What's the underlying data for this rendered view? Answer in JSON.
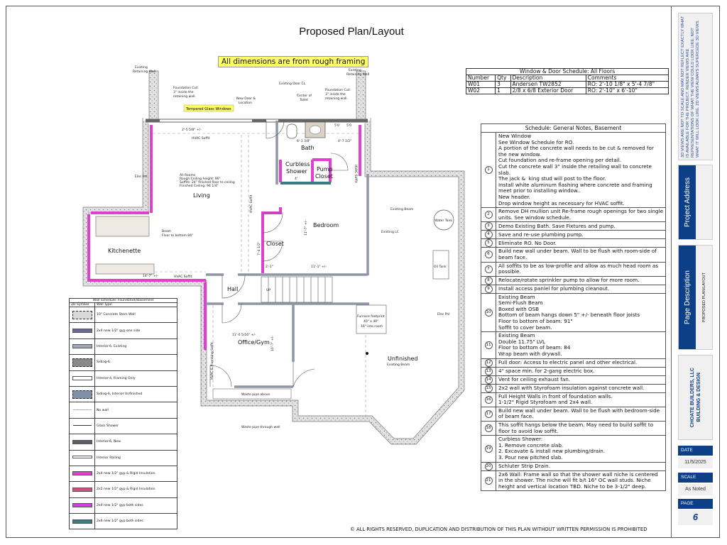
{
  "title": "Proposed Plan/Layout",
  "dimension_note": "All dimensions are from rough framing",
  "window_door_schedule": {
    "caption": "Window & Door Schedule: All Floors",
    "headers": [
      "Number",
      "Qty",
      "Description",
      "Comments"
    ],
    "rows": [
      [
        "W01",
        "3",
        "Andersen TW2852",
        "RO: 2'-10 1/8\" x 5'-4 7/8\""
      ],
      [
        "W02",
        "1",
        "2/8 x 6/8 Exterior Door",
        "RO: 2'-10\" x 6'-10\""
      ]
    ]
  },
  "general_notes": {
    "caption": "Schedule: General Notes, Basement",
    "rows": [
      {
        "num": "1",
        "text": "New Window\nSee Window Schedule for RO.\nA portion of the concrete wall needs to be cut & removed for the new window.\nCut foundation and re-frame opening per detail.\nCut the concrete wall 3\" inside the retailing wall to concrete slab.\nThe jack &  king stud will post to the floor.\nInstall white aluminum flashing where concrete and framing meet prior to installing window..\nNew header.\nDrop window height as necessary for HVAC soffit."
      },
      {
        "num": "2",
        "text": "Remove DH mullion unit Re-frame rough openings for two single units. See window schedule."
      },
      {
        "num": "3",
        "text": "Demo Existing Bath. Save Fixtures and pump."
      },
      {
        "num": "4",
        "text": "Save and re-use plumbing pump."
      },
      {
        "num": "5",
        "text": "Eliminate RO. No Door."
      },
      {
        "num": "6",
        "text": "Build new wall under beam. Wall to be flush with room-side of beam face."
      },
      {
        "num": "7",
        "text": "All soffits to be as low-profile and allow as much head room as possible."
      },
      {
        "num": "8",
        "text": "Relocate/rotate sprinkler pump to allow for more room."
      },
      {
        "num": "9",
        "text": "Install access panlel for plumbing cleanout."
      },
      {
        "num": "10",
        "text": "Existing Beam\nSemi-Flush Beam\nBoxed with OSB\nBottom of beam hangs down 5\" +/- beneath floor joists\nFloor to bottom of beam: 91\"\nSoffit to cover beam."
      },
      {
        "num": "11",
        "text": "Existing Beam\nDouble 11.75\" LVL\nFloor to bottom of beam: 84\nWrap beam with drywall."
      },
      {
        "num": "12",
        "text": "Full door: Access to electric panel and other electrical."
      },
      {
        "num": "13",
        "text": "4\" space min. for 2-gang electric box."
      },
      {
        "num": "14",
        "text": "Vent for ceiling exhaust fan."
      },
      {
        "num": "15",
        "text": "2x2 wall with Styrofoam insulation against concrete wall."
      },
      {
        "num": "16",
        "text": "Full Height Walls in front of foundation walls.\n1-1/2\" Rigid Styrofoam and 2x4 wall."
      },
      {
        "num": "17",
        "text": "Build new wall under beam. Wall to be flush with bedroom-side of beam face."
      },
      {
        "num": "18",
        "text": "This soffit hangs below the beam. May need to build soffit to floor to avoid low soffit."
      },
      {
        "num": "19",
        "text": "Curbless Shower:\n1. Remove concrete slab.\n2. Excavate & install new plumbing/drain.\n3. Pour new pitched slab."
      },
      {
        "num": "20",
        "text": "Schluter Strip Drain."
      },
      {
        "num": "21",
        "text": "2x6 Wall: Frame wall so that the shower wall niche is centered in the shower. The niche will fit b/t 16\" OC wall studs. Niche height and vertical location TBD. Niche to be 3-1/2\" deep."
      }
    ]
  },
  "wall_schedule": {
    "caption": "Wall Schedule: Foundation/Basement",
    "headers": [
      "2D Symbol",
      "Wall Type"
    ],
    "rows": [
      {
        "label": "10\" Concrete Stem Wall",
        "color": "#d8d8d8",
        "style": "speckled"
      },
      {
        "label": "2x4 new 1/2\" gyp one side",
        "color": "#6a6a90",
        "style": "solid"
      },
      {
        "label": "Interior-6, Existing",
        "color": "#a0a8b8",
        "style": "solid"
      },
      {
        "label": "Siding-6",
        "color": "#888888",
        "style": "boxed"
      },
      {
        "label": "Interior-4, Framing Only",
        "color": "#ffffff",
        "style": "solid"
      },
      {
        "label": "Siding-6, Interior Unfinished",
        "color": "#8090a8",
        "style": "boxed"
      },
      {
        "label": "No wall",
        "color": "#cccccc",
        "style": "dashed"
      },
      {
        "label": "Glass Shower",
        "color": "#333333",
        "style": "line"
      },
      {
        "label": "Interior-6, New",
        "color": "#5a5e66",
        "style": "solid"
      },
      {
        "label": "Interior Railing",
        "color": "#ffffff",
        "style": "thin"
      },
      {
        "label": "2x4 new 1/2\" gyp & Rigid Insulation",
        "color": "#e040d0",
        "style": "solid"
      },
      {
        "label": "2x2 new 1/2\" gyp & Rigid Insulation",
        "color": "#d05080",
        "style": "solid"
      },
      {
        "label": "2x4 new 1/2\" gyp both sides",
        "color": "#d040e0",
        "style": "solid"
      },
      {
        "label": "2x6 new 1/2\" gyp both sides",
        "color": "#3a7a80",
        "style": "solid"
      }
    ]
  },
  "plan": {
    "rooms": {
      "living": "Living",
      "kitchenette": "Kitchenette",
      "bedroom": "Bedroom",
      "closet": "Closet",
      "bath": "Bath",
      "shower_1": "Curbless",
      "shower_2": "Shower",
      "pump_1": "Pump",
      "pump_2": "Closet",
      "hall": "Hall",
      "office": "Office/Gym",
      "unfinished": "Unfinished"
    },
    "labels": {
      "retaining_left_1": "Existing",
      "retaining_left_2": "Retaining Wall",
      "retaining_right_1": "Existing",
      "retaining_right_2": "Retaining Wall",
      "cut_left_1": "Foundation Cut:",
      "cut_left_2": "3\" inside the",
      "cut_left_3": "retaining wall.",
      "cut_right_1": "Foundation Cut:",
      "cut_right_2": "3\" inside the",
      "cut_right_3": "retaining wall.",
      "new_door_1": "New Door &",
      "new_door_2": "Location",
      "door_cl": "Existing Door CL",
      "toilet_1": "Center of",
      "toilet_2": "Toilet",
      "tempered": "Tempered Glass Windows",
      "hvac_top": "HVAC Soffit",
      "hvac_mid": "HVAC Soffit",
      "hvac_kitchen": "HVAC Soffit",
      "hvac_bath": "HVAC Soffit",
      "hvac_hall": "HVAC & Plumbing Soffit",
      "beam_1": "Beam",
      "beam_2": "Floor to bottom 84\"",
      "elec_pnl_left": "Elec Pnl",
      "elec_pnl_right": "Elec Pnl",
      "water_tank": "Water Tank",
      "oil_tank": "Oil Tank",
      "existing_beam": "Existing Beam",
      "existing_lc": "Existing LC",
      "furnace_1": "Furnace footprint",
      "furnace_2": "40\" x 40\"",
      "furnace_3": "16\" into room",
      "waste_above": "Waste pipe above",
      "waste_through": "Waste pipe through wall",
      "up": "UP",
      "unfinished_beam": "Existing Beam",
      "all_rooms": "All Rooms",
      "all_rooms_1": "Rough Ceiling height: 96\"",
      "all_rooms_2": "Soffits: 24\" finished floor to ceiling",
      "all_rooms_3": "Finished Ceiling: 94 1/4\""
    },
    "dimensions": {
      "window_span": "2'-5 5/8\" +/-",
      "kitchen_width": "14'-7\" +/-",
      "bath_1": "6'-1 3/8\"",
      "bath_2": "4'-7 1/2\"",
      "bath_3": "5'0",
      "bath_4": "5'0",
      "shower": "4'",
      "closet_w": "2'-1\"",
      "bedroom_w": "11'-1\" +/-",
      "bedroom_h": "11'-7\" +/-",
      "closet_h": "7'-4 1/2\"",
      "office_w": "11'-0 5/16\" +/-",
      "office_h": "10'-7\" +/-"
    },
    "colors": {
      "concrete": "#c8c8c8",
      "new_wall": "#e040d0",
      "existing_wall": "#8f96a6",
      "teal_wall": "#3a7a80"
    }
  },
  "copyright": "© ALL RIGHTS RESERVED, DUPLICATION AND DISTRIBUTION OF THIS PLAN WITHOUT WRITTEN PERMISSION IS PROHIBITED",
  "title_block": {
    "disclaimer": "3D VIEWS ARE NOT TO SCALE AND MAY NOT REFLECT EXACTLY WHAT IS AVAILABLE FOR THE PROJECT. RENDER VIEWS ARE REPRESENTATIONS OF WHAT THE VIEW COULD LOOK LIKE, NOT WHAT IT WILL LOOK LIKE. 2D VIEWS ALWAYS SUPERCEDE 3D VIEWS.",
    "project_address_label": "Project Address",
    "page_description_label": "Page Description",
    "page_description": "PROPOSED PLAN/LAYOUT",
    "company_1": "CHOATE BUILDERS, LLC",
    "company_2": "BUILDING & DESIGN",
    "date_label": "DATE",
    "date": "11/5/2025",
    "scale_label": "SCALE",
    "scale": "As Noted",
    "page_label": "PAGE",
    "page": "6",
    "brand_color": "#0d3f87"
  }
}
